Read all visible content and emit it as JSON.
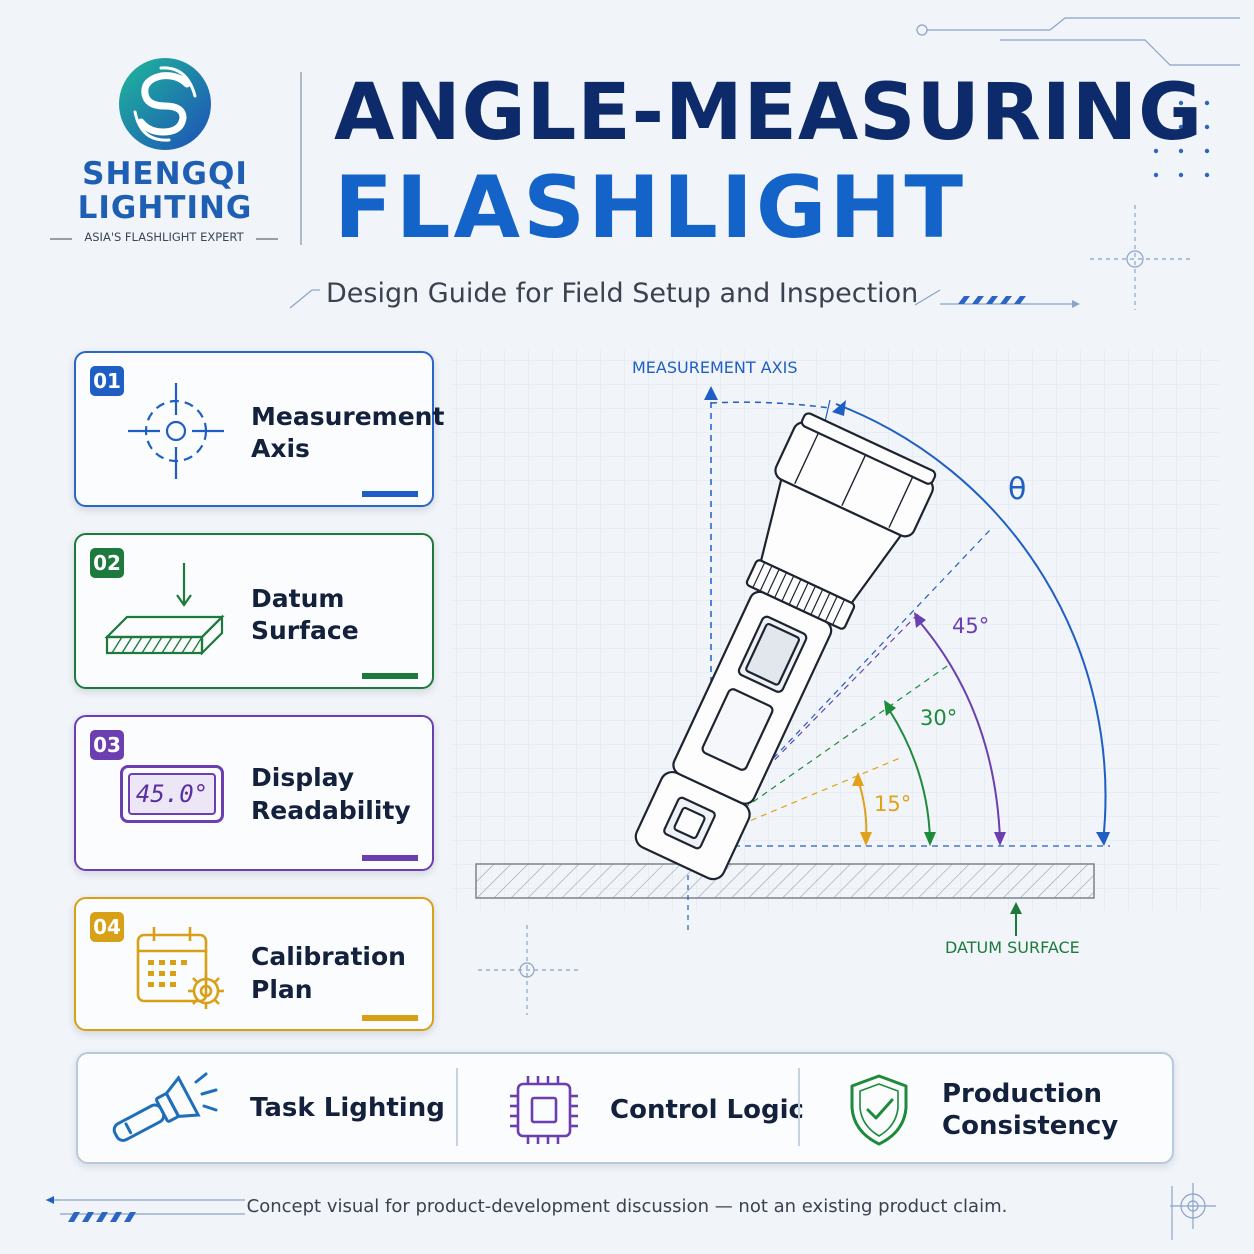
{
  "logo": {
    "line1": "SHENGQI",
    "line2": "LIGHTING",
    "tagline": "ASIA'S FLASHLIGHT EXPERT"
  },
  "title": {
    "line1": "ANGLE-MEASURING",
    "line2": "FLASHLIGHT",
    "subtitle": "Design Guide for Field Setup and Inspection"
  },
  "cards": [
    {
      "num": "01",
      "line1": "Measurement",
      "line2": "Axis",
      "color": "#1f5fc4",
      "icon": "crosshair-icon"
    },
    {
      "num": "02",
      "line1": "Datum",
      "line2": "Surface",
      "color": "#1e7a3c",
      "icon": "datum-plate-icon"
    },
    {
      "num": "03",
      "line1": "Display",
      "line2": "Readability",
      "color": "#6b3fb0",
      "icon": "display-icon",
      "display_value": "45.0°"
    },
    {
      "num": "04",
      "line1": "Calibration",
      "line2": "Plan",
      "color": "#d8a017",
      "icon": "calendar-gear-icon"
    }
  ],
  "diagram": {
    "axis_label": "MEASUREMENT AXIS",
    "theta": "θ",
    "angles": [
      "45°",
      "30°",
      "15°"
    ],
    "datum_label": "DATUM SURFACE",
    "colors": {
      "axis": "#1f5fc4",
      "a45": "#6b3fb0",
      "a30": "#1e8a3c",
      "a15": "#e0a21a",
      "datum": "#1e7a3c"
    }
  },
  "features": [
    {
      "label": "Task Lighting",
      "icon": "flashlight-icon",
      "color": "#1f6fb8"
    },
    {
      "label": "Control Logic",
      "icon": "chip-icon",
      "color": "#6b3fb0"
    },
    {
      "line1": "Production",
      "line2": "Consistency",
      "icon": "shield-check-icon",
      "color": "#1e8a3c"
    }
  ],
  "footer": "Concept visual for product-development discussion — not an existing product claim."
}
